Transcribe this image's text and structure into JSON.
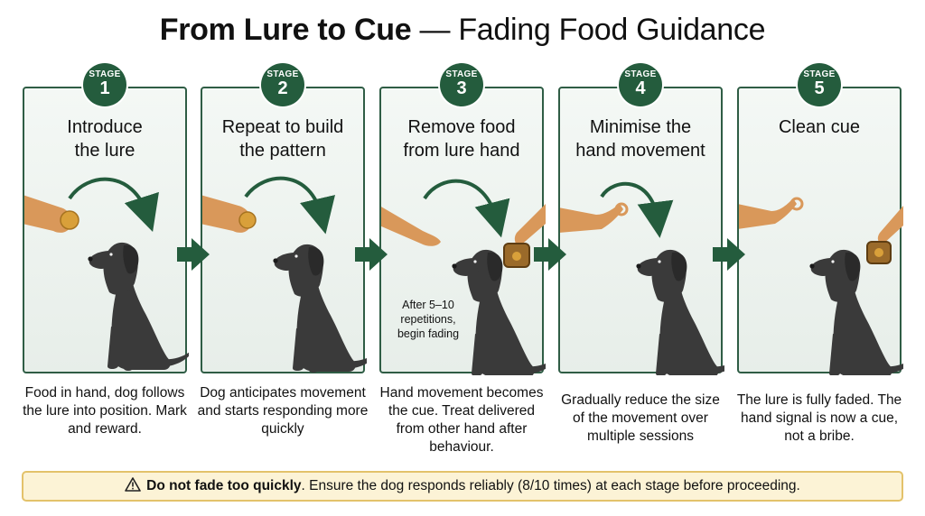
{
  "title": {
    "bold": "From Lure to Cue",
    "rest": " — Fading Food Guidance"
  },
  "badge_label": "STAGE",
  "stages": [
    {
      "number": "1",
      "title": "Introduce\nthe lure",
      "description": "Food in hand, dog follows the lure into position. Mark and reward."
    },
    {
      "number": "2",
      "title": "Repeat to build\nthe pattern",
      "description": "Dog anticipates movement and starts responding more quickly"
    },
    {
      "number": "3",
      "title": "Remove food\nfrom lure hand",
      "description": "Hand movement becomes the cue. Treat delivered from other hand after behaviour.",
      "note": "After 5–10 repetitions, begin fading"
    },
    {
      "number": "4",
      "title": "Minimise the\nhand movement",
      "description": "Gradually reduce the size of the movement over multiple sessions"
    },
    {
      "number": "5",
      "title": "Clean cue",
      "description": "The lure is fully faded. The hand signal is now a cue, not a bribe."
    }
  ],
  "warning": {
    "icon": "warning-triangle-icon",
    "bold": "Do not fade too quickly",
    "rest": ". Ensure the dog responds reliably (8/10 times) at each stage before proceeding."
  },
  "colors": {
    "accent_green": "#245c3d",
    "panel_border": "#2f5d45",
    "skin": "#d9985a",
    "dog": "#3a3a3a",
    "warning_bg": "#fcf3d6",
    "warning_border": "#e3c26a"
  }
}
